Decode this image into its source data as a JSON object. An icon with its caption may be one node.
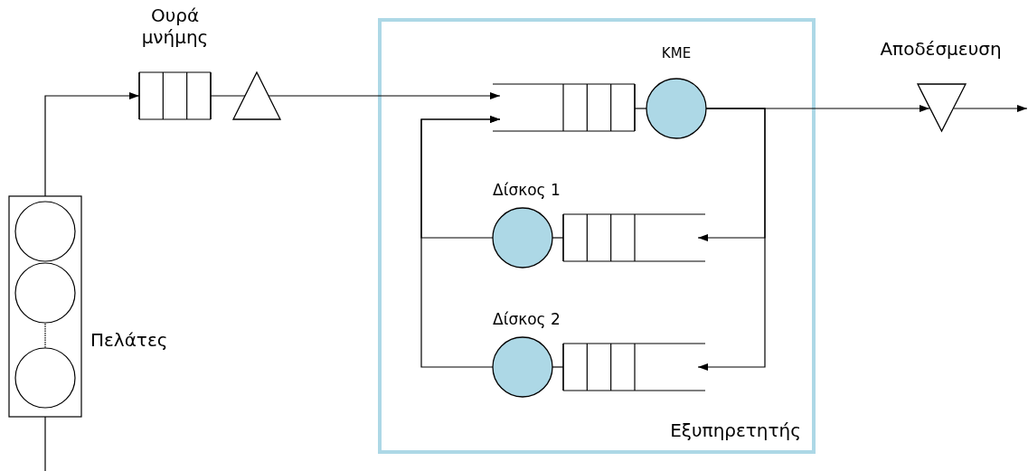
{
  "diagram": {
    "nodes": [
      {
        "text": [
          "Πελάτες"
        ]
      },
      {
        "text": [
          "Ουρά μνήμης"
        ]
      },
      {
        "text": [],
        "shape": "triangle"
      },
      {
        "text": [
          "Εξυπηρετητής"
        ]
      },
      {
        "text": [],
        "shape": "box",
        "in": 3
      },
      {
        "text": [
          "ΚΜΕ"
        ],
        "in": 3
      },
      {
        "text": [
          "Δίσκος 1"
        ],
        "in": 3
      },
      {
        "text": [],
        "shape": "box",
        "in": 3
      },
      {
        "text": [
          "Δίσκος 2"
        ],
        "in": 3
      },
      {
        "text": [],
        "shape": "box",
        "in": 3
      },
      {
        "text": [
          "Αποδέσμευση"
        ]
      }
    ],
    "edges": [
      {
        "from": null,
        "to": 0,
        "arrow": "none"
      },
      {
        "from": 0,
        "to": 1,
        "arrow": "to"
      },
      {
        "from": 1,
        "to": 2,
        "arrow": "none"
      },
      {
        "from": 2,
        "to": 4,
        "arrow": "to"
      },
      {
        "from": 4,
        "to": 5,
        "arrow": "none"
      },
      {
        "from": 5,
        "to": 10,
        "arrow": "to"
      },
      {
        "from": 5,
        "to": 7,
        "arrow": "to"
      },
      {
        "from": 5,
        "to": 9,
        "arrow": "to"
      },
      {
        "from": 6,
        "to": 4,
        "arrow": "to"
      },
      {
        "from": 8,
        "to": 4,
        "arrow": "to"
      },
      {
        "from": 7,
        "to": 6,
        "arrow": "none"
      },
      {
        "from": 9,
        "to": 8,
        "arrow": "none"
      },
      {
        "from": 10,
        "to": null,
        "arrow": "to"
      }
    ]
  }
}
